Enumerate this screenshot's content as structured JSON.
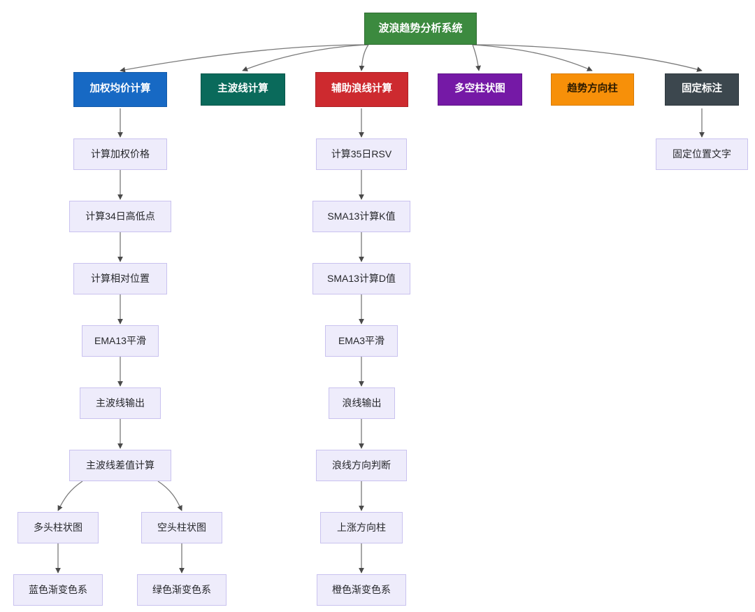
{
  "diagram": {
    "title": "波浪趋势分析系统",
    "type": "flowchart",
    "orientation": "top-down",
    "background": "#ffffff",
    "palette": {
      "root": "#3c8a3f",
      "blue": "#1769c4",
      "teal": "#0a6a5b",
      "red": "#cd2a2f",
      "purple": "#7519a6",
      "orange": "#f79009",
      "slate": "#3c474e",
      "step_fill": "#eeecfb",
      "step_border": "#c9c2ef",
      "edge": "#707070"
    }
  },
  "nodes": {
    "root": {
      "label": "波浪趋势分析系统"
    },
    "cat_weighted": {
      "label": "加权均价计算"
    },
    "cat_mainwave": {
      "label": "主波线计算"
    },
    "cat_subwave": {
      "label": "辅助浪线计算"
    },
    "cat_histogram": {
      "label": "多空柱状图"
    },
    "cat_trendbar": {
      "label": "趋势方向柱"
    },
    "cat_fixedlabel": {
      "label": "固定标注"
    },
    "l1": {
      "label": "计算加权价格"
    },
    "l2": {
      "label": "计算34日高低点"
    },
    "l3": {
      "label": "计算相对位置"
    },
    "l4": {
      "label": "EMA13平滑"
    },
    "l5": {
      "label": "主波线输出"
    },
    "l6": {
      "label": "主波线差值计算"
    },
    "l7a": {
      "label": "多头柱状图"
    },
    "l7b": {
      "label": "空头柱状图"
    },
    "l8a": {
      "label": "蓝色渐变色系"
    },
    "l8b": {
      "label": "绿色渐变色系"
    },
    "m1": {
      "label": "计算35日RSV"
    },
    "m2": {
      "label": "SMA13计算K值"
    },
    "m3": {
      "label": "SMA13计算D值"
    },
    "m4": {
      "label": "EMA3平滑"
    },
    "m5": {
      "label": "浪线输出"
    },
    "m6": {
      "label": "浪线方向判断"
    },
    "m7": {
      "label": "上涨方向柱"
    },
    "m8": {
      "label": "橙色渐变色系"
    },
    "r1": {
      "label": "固定位置文字"
    }
  }
}
